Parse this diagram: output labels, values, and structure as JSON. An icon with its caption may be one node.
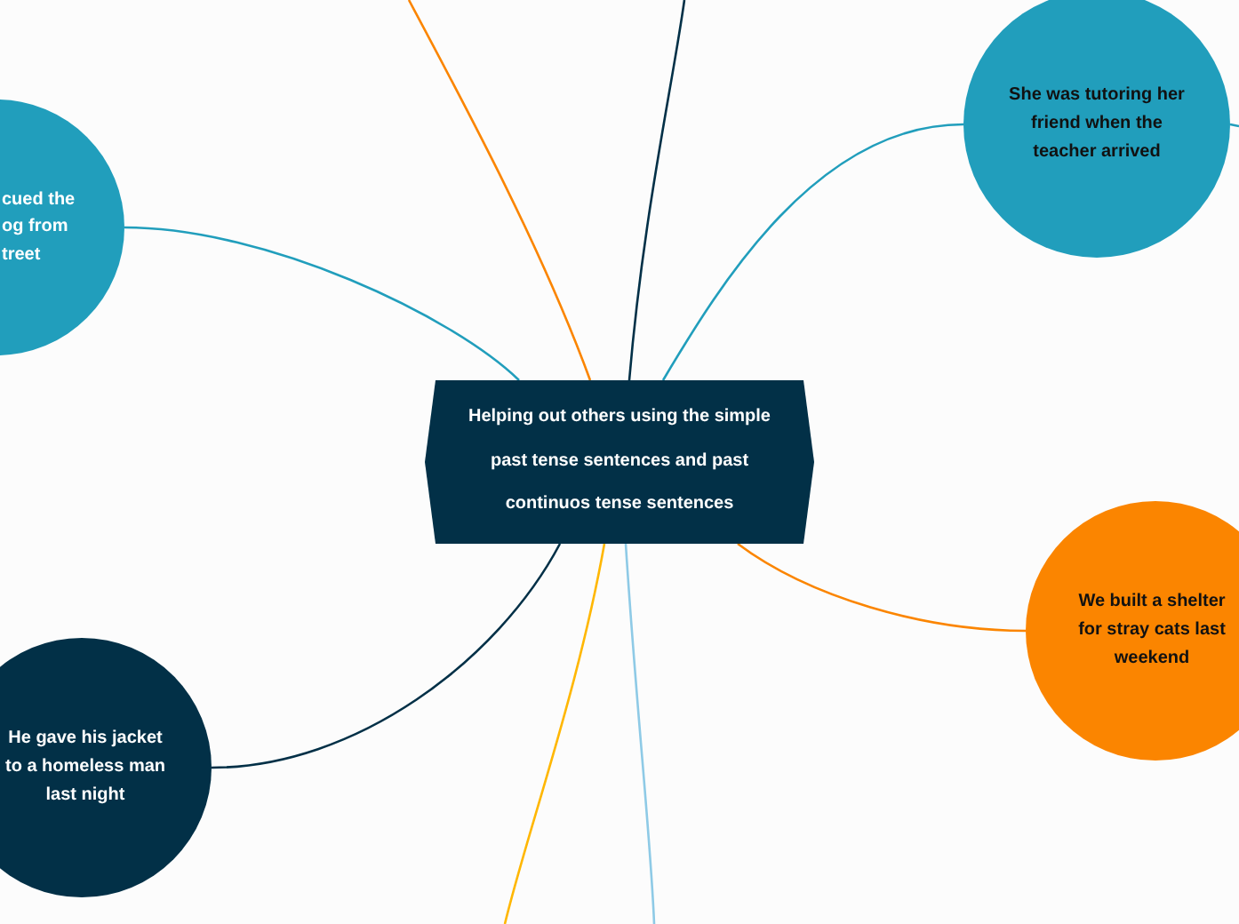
{
  "diagram": {
    "nodes": [
      {
        "text": [
          "Helping out others using the simple past tense sentences and past continuos tense sentences"
        ]
      },
      {
        "text": [
          "cued the og from treet"
        ]
      },
      {
        "text": [
          "She was tutoring her friend when the teacher arrived"
        ]
      },
      {
        "text": [
          "We built a shelter for stray cats last weekend"
        ]
      },
      {
        "text": [
          "He gave his jacket to a homeless man last night"
        ]
      }
    ],
    "edges": [
      {
        "from": 0,
        "to": 1,
        "arrow": "none"
      },
      {
        "from": 0,
        "to": 2,
        "arrow": "none"
      },
      {
        "from": 0,
        "to": 3,
        "arrow": "none",
        "color": "#fb8500"
      },
      {
        "from": 0,
        "to": 4,
        "arrow": "none",
        "color": "#023047"
      },
      {
        "from": 0,
        "to": null,
        "arrow": "none",
        "color": "#fb8500"
      },
      {
        "from": 0,
        "to": null,
        "arrow": "none",
        "color": "#023047"
      },
      {
        "from": 0,
        "to": null,
        "arrow": "none",
        "color": "#ffb703"
      },
      {
        "from": 0,
        "to": null,
        "arrow": "none",
        "color": "#8ecae6"
      },
      {
        "from": 2,
        "to": null,
        "arrow": "none"
      }
    ]
  }
}
